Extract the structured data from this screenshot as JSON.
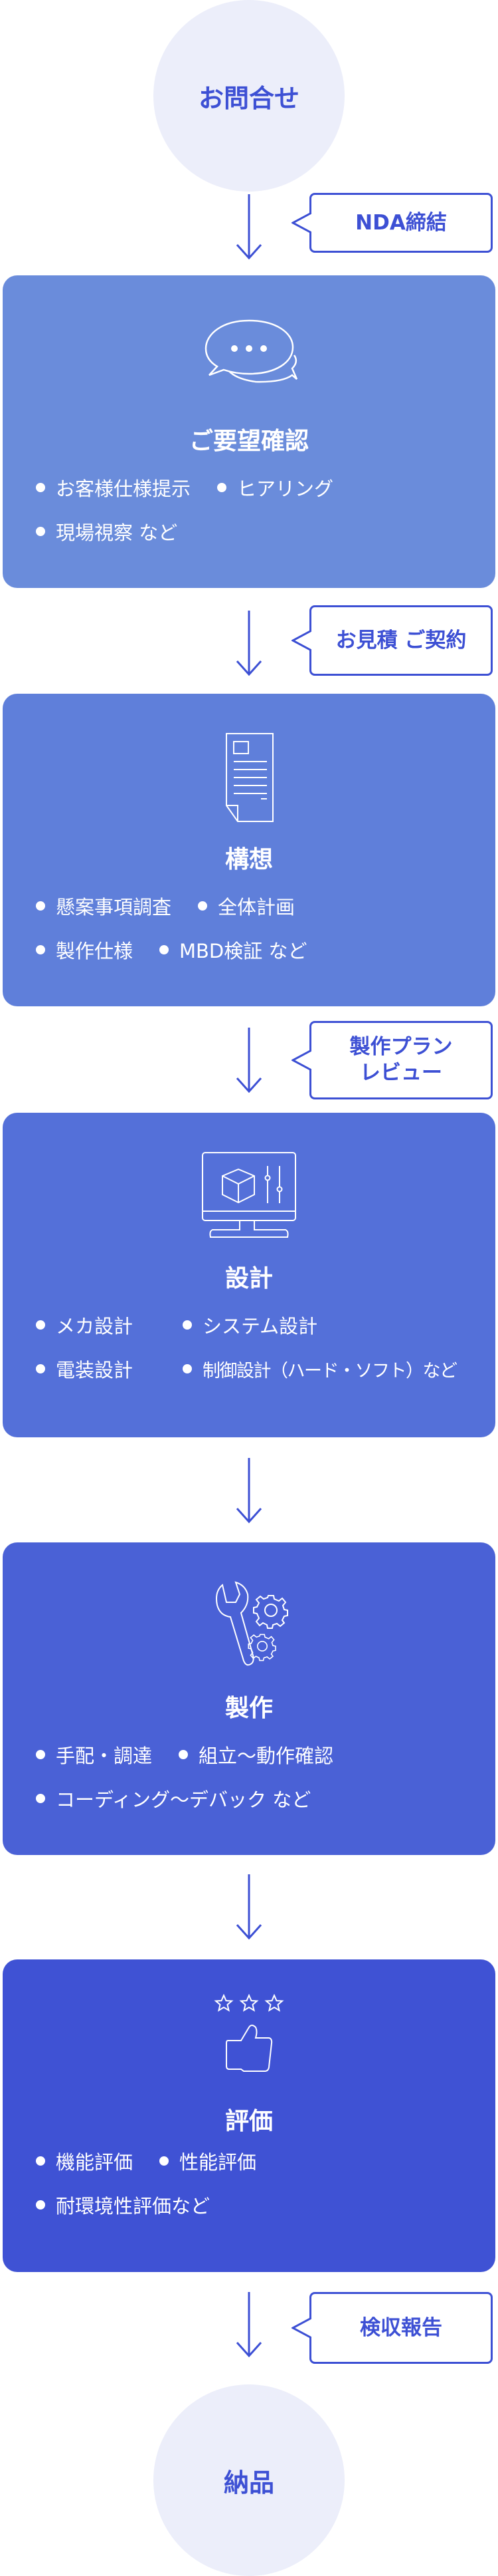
{
  "start": {
    "label": "お問合せ"
  },
  "end": {
    "label": "納品"
  },
  "colors": {
    "accent": "#3d50d4",
    "circle": "#eceefa",
    "card1": "#6a8cdb",
    "card2": "#5f7fda",
    "card3": "#5470d9",
    "card4": "#4a61d6",
    "card5": "#3f52d4"
  },
  "bubbles": {
    "nda": "NDA締結",
    "quote": "お見積 ご契約",
    "plan_line1": "製作プラン",
    "plan_line2": "レビュー",
    "acceptance": "検収報告"
  },
  "steps": [
    {
      "title": "ご要望確認",
      "icon": "chat-bubbles-icon",
      "rows": [
        [
          "お客様仕様提示",
          "ヒアリング"
        ],
        [
          "現場視察 など"
        ]
      ]
    },
    {
      "title": "構想",
      "icon": "document-icon",
      "rows": [
        [
          "懸案事項調査",
          "全体計画"
        ],
        [
          "製作仕様",
          "MBD検証 など"
        ]
      ]
    },
    {
      "title": "設計",
      "icon": "monitor-cube-icon",
      "rows": [
        [
          "メカ設計",
          "システム設計"
        ],
        [
          "電装設計",
          "制御設計（ハード・ソフト）など"
        ]
      ]
    },
    {
      "title": "製作",
      "icon": "wrench-gears-icon",
      "rows": [
        [
          "手配・調達",
          "組立～動作確認"
        ],
        [
          "コーディング～デバック など"
        ]
      ]
    },
    {
      "title": "評価",
      "icon": "thumbs-up-stars-icon",
      "rows": [
        [
          "機能評価",
          "性能評価"
        ],
        [
          "耐環境性評価など"
        ]
      ]
    }
  ]
}
